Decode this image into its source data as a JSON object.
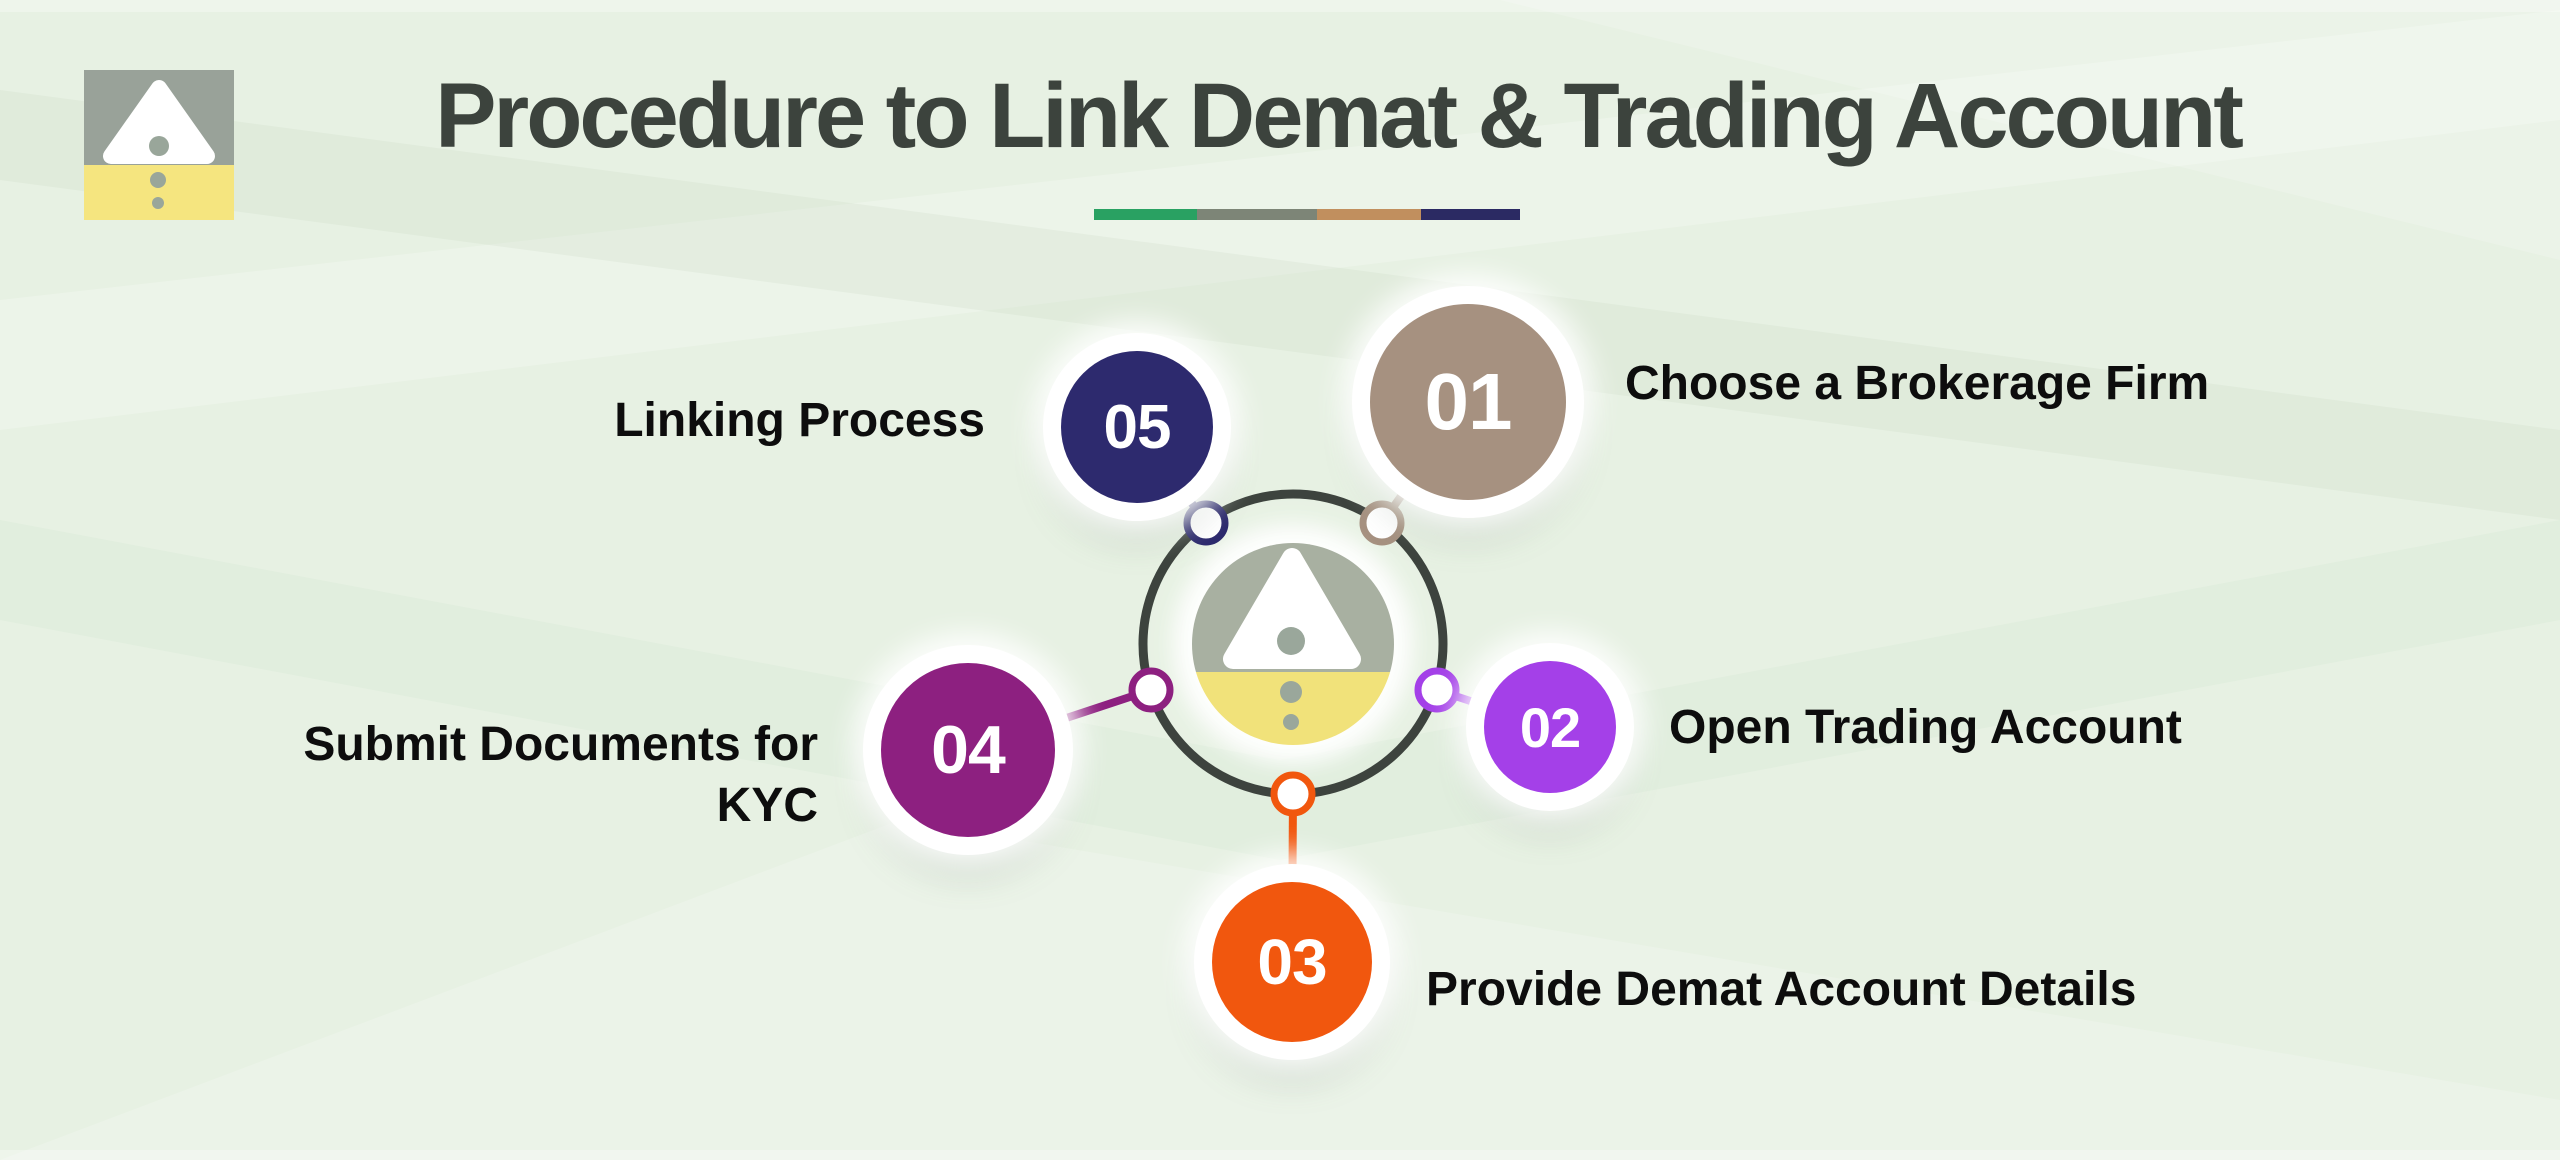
{
  "slide": {
    "background_color": "#e7f1e3",
    "title": "Procedure to Link Demat & Trading Account",
    "title_color": "#3c433d",
    "divider_colors": [
      "#29a162",
      "#7d8577",
      "#c18f5e",
      "#2b2a63"
    ],
    "label_color": "#0d0d0d"
  },
  "logo": {
    "top_color": "#99a299",
    "bottom_color": "#f5e57f",
    "mark_color": "#ffffff",
    "dot_color": "#99a69a"
  },
  "hub": {
    "ring_color": "#3d433e",
    "disc_top_color": "#a8b0a1",
    "disc_bottom_color": "#f1e27a",
    "triangle_color": "#ffffff",
    "dot_color": "#9aa79b",
    "node_fill": "#ffffff"
  },
  "steps": [
    {
      "number": "01",
      "label": "Choose a Brokerage Firm",
      "color": "#a69180"
    },
    {
      "number": "02",
      "label": "Open Trading Account",
      "color": "#a440e8"
    },
    {
      "number": "03",
      "label": "Provide Demat Account Details",
      "color": "#f1570e"
    },
    {
      "number": "04",
      "label": "Submit Documents for KYC",
      "color": "#8d2080"
    },
    {
      "number": "05",
      "label": "Linking Process",
      "color": "#2d2a6e"
    }
  ]
}
